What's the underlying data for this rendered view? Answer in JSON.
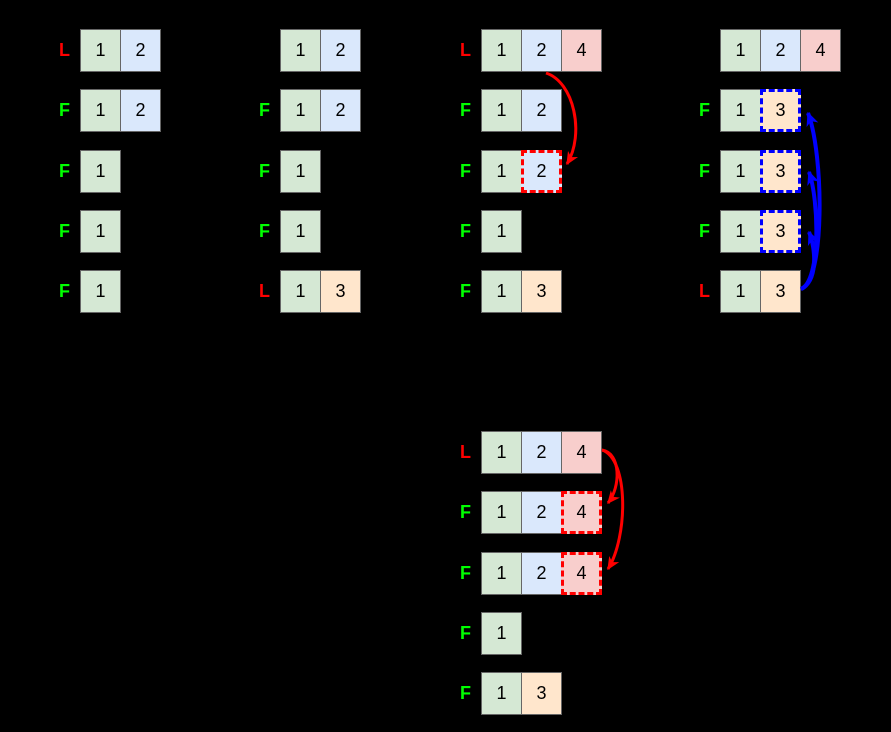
{
  "colors": {
    "background": "#000000",
    "cell_green": "#d5e8d4",
    "cell_blue": "#dae8fc",
    "cell_pink": "#f8cecc",
    "cell_orange": "#ffe6cc",
    "cell_border": "#666666",
    "number_text": "#000000",
    "label_latest": "#ff0000",
    "label_frozen": "#00ff00",
    "arrow_red": "#ff0000",
    "arrow_blue": "#0000ff"
  },
  "panels": [
    {
      "name": "version-stack-1",
      "rows": [
        {
          "label": "L",
          "cells": [
            {
              "value": "1",
              "fill": "green"
            },
            {
              "value": "2",
              "fill": "blue"
            }
          ]
        },
        {
          "label": "F",
          "cells": [
            {
              "value": "1",
              "fill": "green"
            },
            {
              "value": "2",
              "fill": "blue"
            }
          ]
        },
        {
          "label": "F",
          "cells": [
            {
              "value": "1",
              "fill": "green"
            }
          ]
        },
        {
          "label": "F",
          "cells": [
            {
              "value": "1",
              "fill": "green"
            }
          ]
        },
        {
          "label": "F",
          "cells": [
            {
              "value": "1",
              "fill": "green"
            }
          ]
        }
      ]
    },
    {
      "name": "version-stack-2",
      "rows": [
        {
          "label": "",
          "cells": [
            {
              "value": "1",
              "fill": "green"
            },
            {
              "value": "2",
              "fill": "blue"
            }
          ]
        },
        {
          "label": "F",
          "cells": [
            {
              "value": "1",
              "fill": "green"
            },
            {
              "value": "2",
              "fill": "blue"
            }
          ]
        },
        {
          "label": "F",
          "cells": [
            {
              "value": "1",
              "fill": "green"
            }
          ]
        },
        {
          "label": "F",
          "cells": [
            {
              "value": "1",
              "fill": "green"
            }
          ]
        },
        {
          "label": "L",
          "cells": [
            {
              "value": "1",
              "fill": "green"
            },
            {
              "value": "3",
              "fill": "orange"
            }
          ]
        }
      ]
    },
    {
      "name": "version-stack-3",
      "rows": [
        {
          "label": "L",
          "cells": [
            {
              "value": "1",
              "fill": "green"
            },
            {
              "value": "2",
              "fill": "blue"
            },
            {
              "value": "4",
              "fill": "pink"
            }
          ]
        },
        {
          "label": "F",
          "cells": [
            {
              "value": "1",
              "fill": "green"
            },
            {
              "value": "2",
              "fill": "blue"
            }
          ]
        },
        {
          "label": "F",
          "cells": [
            {
              "value": "1",
              "fill": "green"
            },
            {
              "value": "2",
              "fill": "blue",
              "dashed": "red"
            }
          ]
        },
        {
          "label": "F",
          "cells": [
            {
              "value": "1",
              "fill": "green"
            }
          ]
        },
        {
          "label": "F",
          "cells": [
            {
              "value": "1",
              "fill": "green"
            },
            {
              "value": "3",
              "fill": "orange"
            }
          ]
        }
      ]
    },
    {
      "name": "version-stack-4",
      "rows": [
        {
          "label": "",
          "cells": [
            {
              "value": "1",
              "fill": "green"
            },
            {
              "value": "2",
              "fill": "blue"
            },
            {
              "value": "4",
              "fill": "pink"
            }
          ]
        },
        {
          "label": "F",
          "cells": [
            {
              "value": "1",
              "fill": "green"
            },
            {
              "value": "3",
              "fill": "orange",
              "dashed": "blue"
            }
          ]
        },
        {
          "label": "F",
          "cells": [
            {
              "value": "1",
              "fill": "green"
            },
            {
              "value": "3",
              "fill": "orange",
              "dashed": "blue"
            }
          ]
        },
        {
          "label": "F",
          "cells": [
            {
              "value": "1",
              "fill": "green"
            },
            {
              "value": "3",
              "fill": "orange",
              "dashed": "blue"
            }
          ]
        },
        {
          "label": "L",
          "cells": [
            {
              "value": "1",
              "fill": "green"
            },
            {
              "value": "3",
              "fill": "orange"
            }
          ]
        }
      ]
    },
    {
      "name": "version-stack-5",
      "rows": [
        {
          "label": "L",
          "cells": [
            {
              "value": "1",
              "fill": "green"
            },
            {
              "value": "2",
              "fill": "blue"
            },
            {
              "value": "4",
              "fill": "pink"
            }
          ]
        },
        {
          "label": "F",
          "cells": [
            {
              "value": "1",
              "fill": "green"
            },
            {
              "value": "2",
              "fill": "blue"
            },
            {
              "value": "4",
              "fill": "pink",
              "dashed": "red"
            }
          ]
        },
        {
          "label": "F",
          "cells": [
            {
              "value": "1",
              "fill": "green"
            },
            {
              "value": "2",
              "fill": "blue"
            },
            {
              "value": "4",
              "fill": "pink",
              "dashed": "red"
            }
          ]
        },
        {
          "label": "F",
          "cells": [
            {
              "value": "1",
              "fill": "green"
            }
          ]
        },
        {
          "label": "F",
          "cells": [
            {
              "value": "1",
              "fill": "green"
            },
            {
              "value": "3",
              "fill": "orange"
            }
          ]
        }
      ]
    }
  ]
}
